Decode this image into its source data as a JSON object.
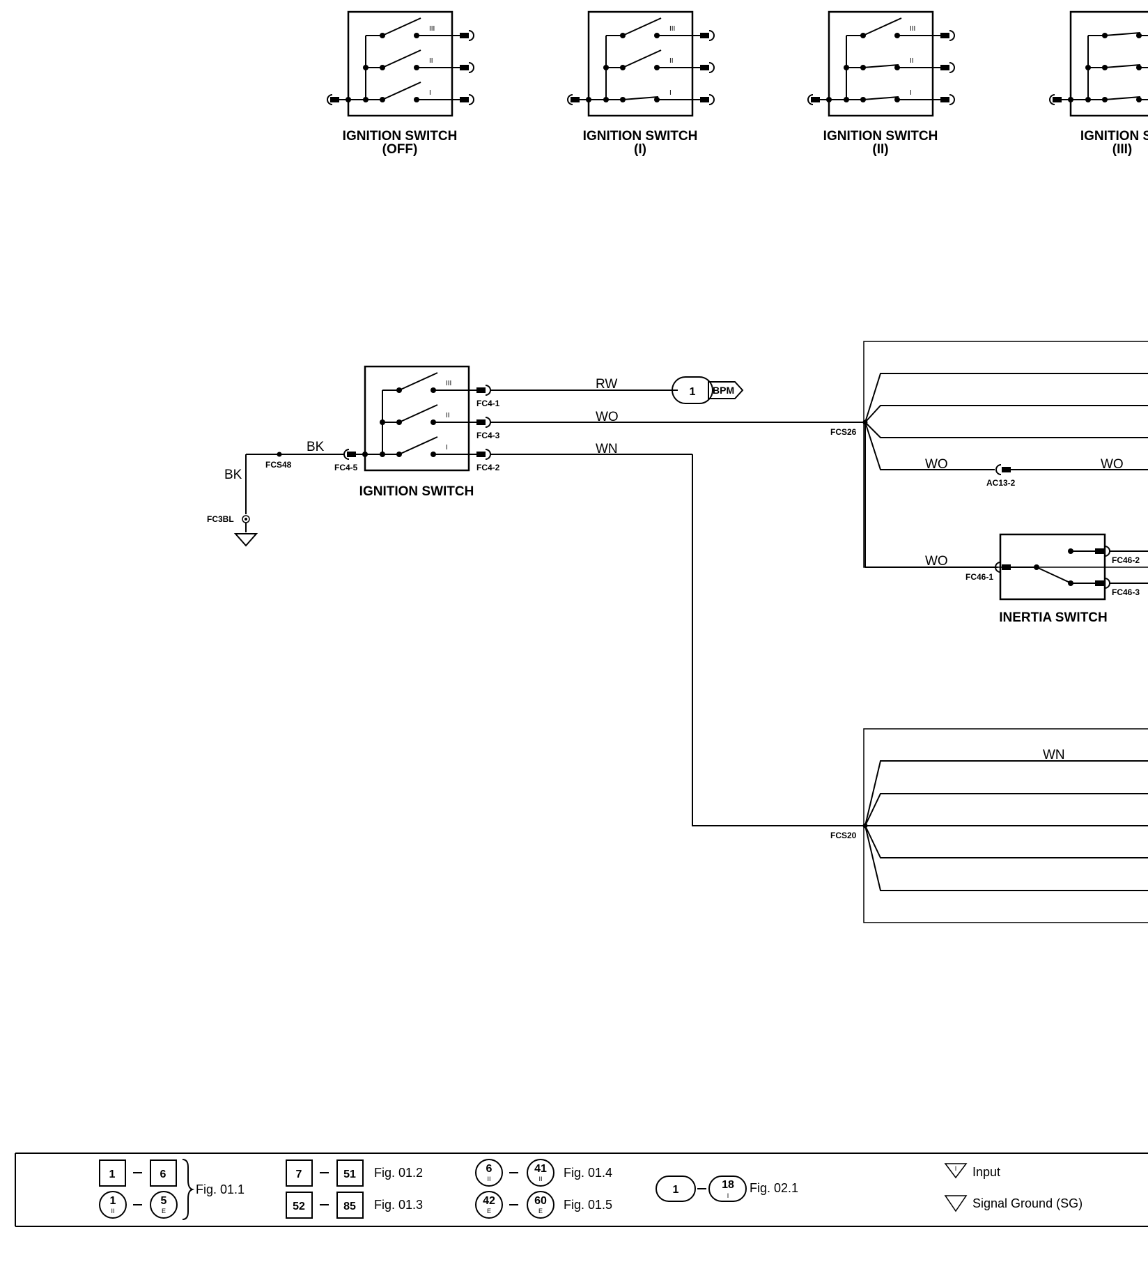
{
  "switch_states": [
    {
      "title": "IGNITION SWITCH",
      "state": "(OFF)",
      "closed": []
    },
    {
      "title": "IGNITION SWITCH",
      "state": "(I)",
      "closed": [
        "I"
      ]
    },
    {
      "title": "IGNITION SWITCH",
      "state": "(II)",
      "closed": [
        "I",
        "II"
      ]
    },
    {
      "title": "IGNITION SW",
      "state": "(III)",
      "closed": [
        "I",
        "II",
        "III"
      ]
    }
  ],
  "positions": [
    "III",
    "II",
    "I"
  ],
  "main": {
    "ignition_switch": "IGNITION SWITCH",
    "inertia_switch": "INERTIA SWITCH",
    "wires": {
      "rw": "RW",
      "wo": "WO",
      "wn": "WN",
      "bk": "BK"
    },
    "connectors": {
      "fc4_1": "FC4-1",
      "fc4_3": "FC4-3",
      "fc4_2": "FC4-2",
      "fc4_5": "FC4-5",
      "fcs48": "FCS48",
      "fc3bl": "FC3BL",
      "fcs26": "FCS26",
      "fcs20": "FCS20",
      "ac13_2": "AC13-2",
      "fc46_1": "FC46-1",
      "fc46_2": "FC46-2",
      "fc46_3": "FC46-3"
    },
    "bpm": {
      "number": "1",
      "label": "BPM"
    }
  },
  "legend": {
    "r1": {
      "a": "1",
      "b": "6",
      "fig": "Fig. 01.1"
    },
    "r2": {
      "a": "1",
      "a_sub": "II",
      "b": "5",
      "b_sub": "E"
    },
    "r3": {
      "a": "7",
      "b": "51",
      "fig": "Fig. 01.2"
    },
    "r4": {
      "a": "52",
      "b": "85",
      "fig": "Fig. 01.3"
    },
    "r5": {
      "a": "6",
      "a_sub": "II",
      "b": "41",
      "b_sub": "II",
      "fig": "Fig. 01.4"
    },
    "r6": {
      "a": "42",
      "a_sub": "E",
      "b": "60",
      "b_sub": "E",
      "fig": "Fig. 01.5"
    },
    "r7": {
      "a": "1",
      "b": "18",
      "b_sub": "I",
      "fig": "Fig. 02.1"
    },
    "input_label": "Input",
    "input_sym": "I",
    "sg_label": "Signal Ground (SG)"
  }
}
